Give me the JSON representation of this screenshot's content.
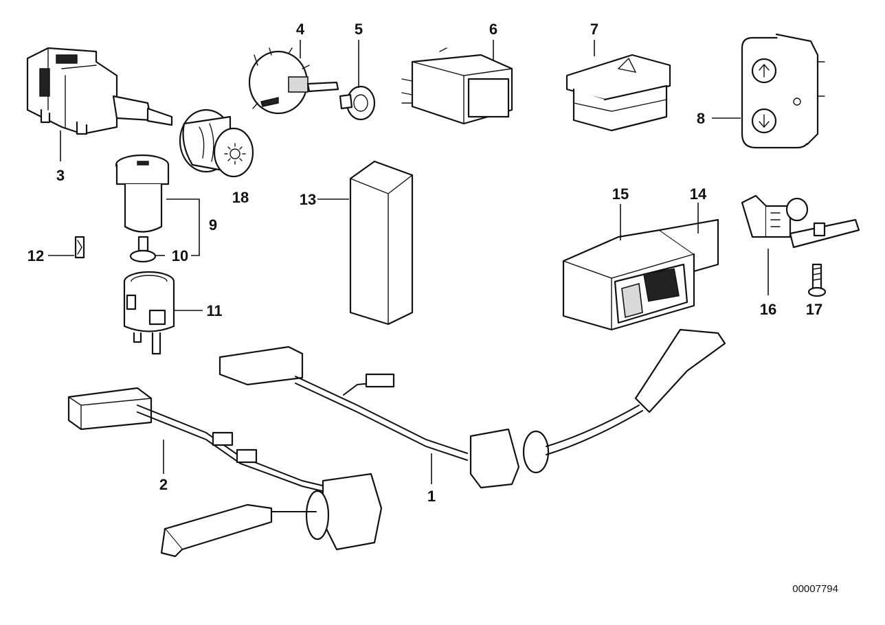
{
  "diagram": {
    "reference_number": "00007794",
    "callouts": {
      "c1": "1",
      "c2": "2",
      "c3": "3",
      "c4": "4",
      "c5": "5",
      "c6": "6",
      "c7": "7",
      "c8": "8",
      "c9": "9",
      "c10": "10",
      "c11": "11",
      "c12": "12",
      "c13": "13",
      "c14": "14",
      "c15": "15",
      "c16": "16",
      "c17": "17",
      "c18": "18"
    },
    "icons": [
      "hazard-triangle-icon",
      "arrow-up-icon",
      "arrow-down-icon",
      "light-symbol-icon"
    ]
  }
}
